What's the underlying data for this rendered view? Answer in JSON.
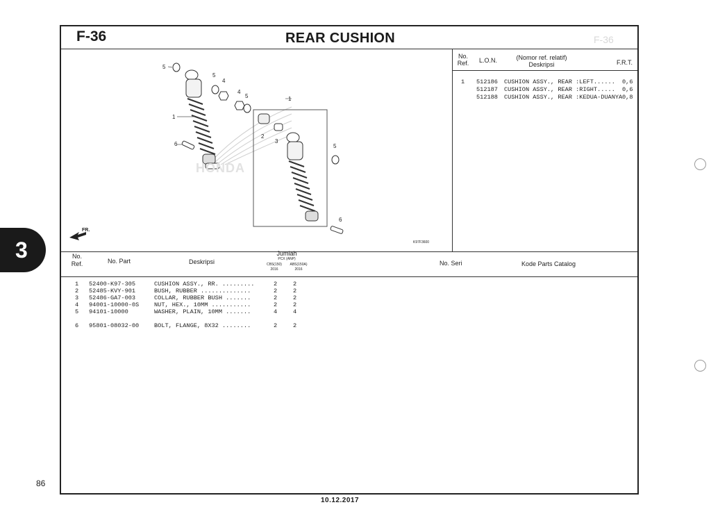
{
  "section": {
    "code": "F-36",
    "title": "REAR CUSHION",
    "watermark": "F-36"
  },
  "tab_number": "3",
  "page_number": "86",
  "date": "10.12.2017",
  "diagram": {
    "brand_watermark": "HONDA",
    "fr_arrow_label": "FR.",
    "figure_code": "K97F3600",
    "callouts": [
      "5",
      "1",
      "5",
      "4",
      "4",
      "5",
      "1",
      "2",
      "3",
      "6",
      "5",
      "6"
    ]
  },
  "ref_table": {
    "headers": {
      "no_ref_1": "No.",
      "no_ref_2": "Ref.",
      "lon": "L.O.N.",
      "nomor_1": "(Nomor ref. relatif)",
      "nomor_2": "Deskripsi",
      "frt": "F.R.T."
    },
    "rows": [
      {
        "no": "1",
        "lon": "512186",
        "desc": "CUSHION ASSY., REAR :LEFT......",
        "frt": "0,6"
      },
      {
        "no": "",
        "lon": "512187",
        "desc": "CUSHION ASSY., REAR :RIGHT.....",
        "frt": "0,6"
      },
      {
        "no": "",
        "lon": "512188",
        "desc": "CUSHION ASSY., REAR :KEDUA-DUANYA",
        "frt": "0,8"
      }
    ]
  },
  "parts_table": {
    "headers": {
      "no_ref_1": "No.",
      "no_ref_2": "Ref.",
      "no_part": "No. Part",
      "deskripsi": "Deskripsi",
      "jumlah": "Jumlah",
      "jumlah_sub": "PCX (ANP)",
      "col_a": "CBS(150)",
      "col_a_year": "2016",
      "col_b": "ABS(150A)",
      "col_b_year": "2016",
      "no_seri": "No. Seri",
      "kode": "Kode Parts Catalog"
    },
    "rows": [
      {
        "no": "1",
        "part": "52400-K97-305",
        "desc": "CUSHION ASSY., RR. .........",
        "q1": "2",
        "q2": "2"
      },
      {
        "no": "2",
        "part": "52485-KVY-901",
        "desc": "BUSH, RUBBER ..............",
        "q1": "2",
        "q2": "2"
      },
      {
        "no": "3",
        "part": "52486-GA7-003",
        "desc": "COLLAR, RUBBER BUSH .......",
        "q1": "2",
        "q2": "2"
      },
      {
        "no": "4",
        "part": "94001-10000-0S",
        "desc": "NUT, HEX., 10MM ...........",
        "q1": "2",
        "q2": "2"
      },
      {
        "no": "5",
        "part": "94101-10000",
        "desc": "WASHER, PLAIN, 10MM .......",
        "q1": "4",
        "q2": "4"
      },
      {
        "no": "6",
        "part": "95801-08032-00",
        "desc": "BOLT, FLANGE, 8X32 ........",
        "q1": "2",
        "q2": "2"
      }
    ]
  }
}
